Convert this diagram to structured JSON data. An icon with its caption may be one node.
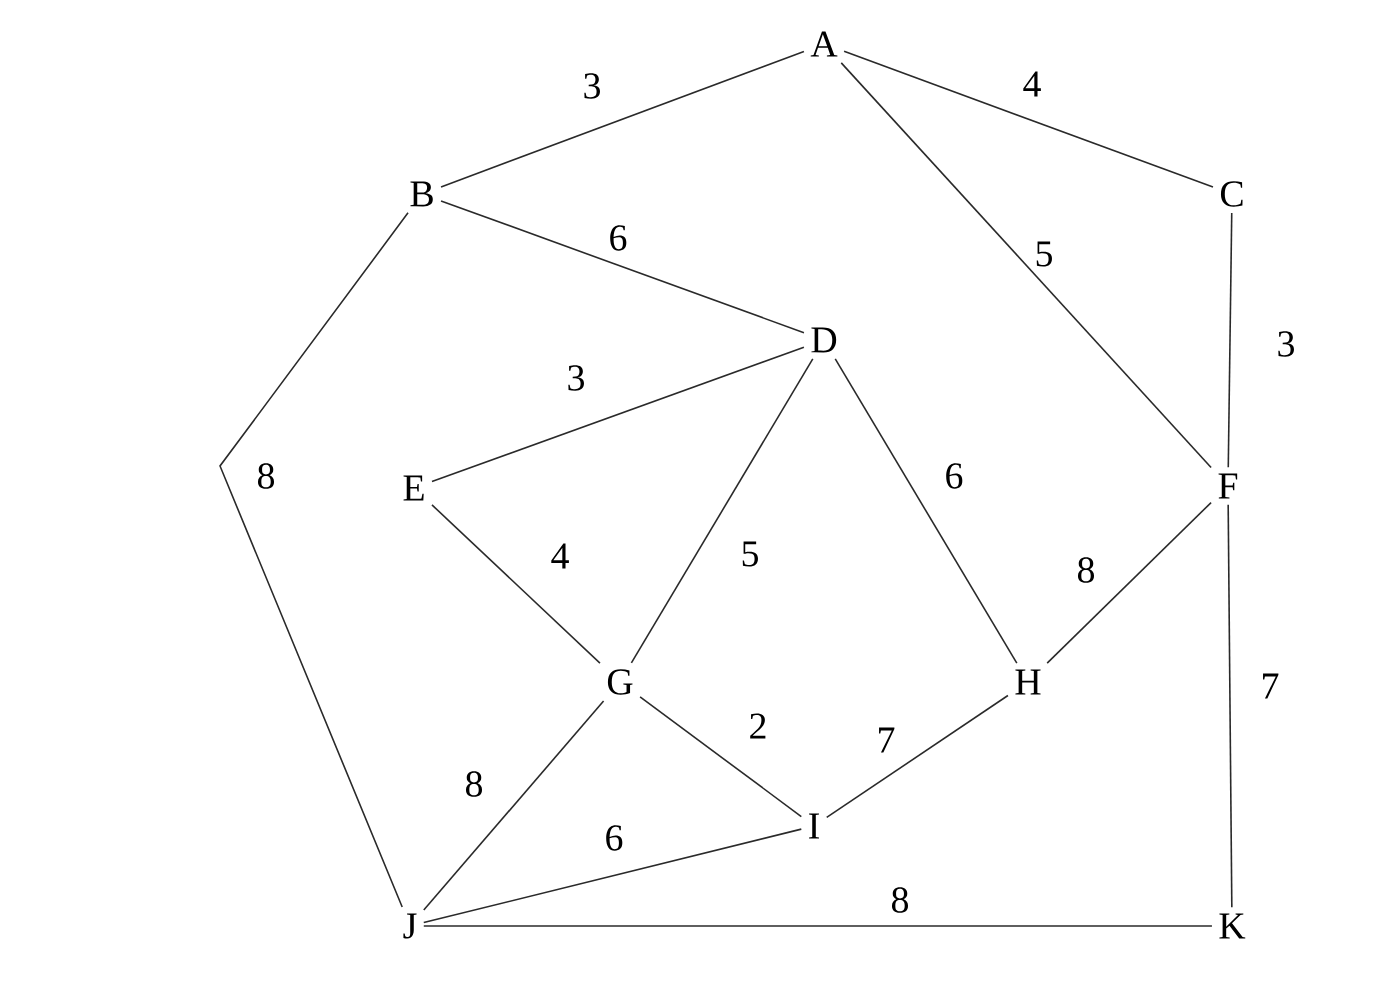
{
  "diagram": {
    "nodes": [
      {
        "text": [
          "A"
        ]
      },
      {
        "text": [
          "B"
        ]
      },
      {
        "text": [
          "C"
        ]
      },
      {
        "text": [
          "D"
        ]
      },
      {
        "text": [
          "E"
        ]
      },
      {
        "text": [
          "F"
        ]
      },
      {
        "text": [
          "G"
        ]
      },
      {
        "text": [
          "H"
        ]
      },
      {
        "text": [
          "I"
        ]
      },
      {
        "text": [
          "J"
        ]
      },
      {
        "text": [
          "K"
        ]
      }
    ],
    "edges": [
      {
        "from": 0,
        "to": 1,
        "arrow": "none",
        "label": "3"
      },
      {
        "from": 0,
        "to": 2,
        "arrow": "none",
        "label": "4"
      },
      {
        "from": 0,
        "to": 5,
        "arrow": "none",
        "label": "5"
      },
      {
        "from": 1,
        "to": 3,
        "arrow": "none",
        "label": "6"
      },
      {
        "from": 2,
        "to": 5,
        "arrow": "none",
        "label": "3"
      },
      {
        "from": 1,
        "to": 9,
        "arrow": "none",
        "label": "8"
      },
      {
        "from": 3,
        "to": 4,
        "arrow": "none",
        "label": "3"
      },
      {
        "from": 3,
        "to": 6,
        "arrow": "none",
        "label": "5"
      },
      {
        "from": 3,
        "to": 7,
        "arrow": "none",
        "label": "6"
      },
      {
        "from": 4,
        "to": 6,
        "arrow": "none",
        "label": "4"
      },
      {
        "from": 5,
        "to": 7,
        "arrow": "none",
        "label": "8"
      },
      {
        "from": 5,
        "to": 10,
        "arrow": "none",
        "label": "7"
      },
      {
        "from": 6,
        "to": 8,
        "arrow": "none",
        "label": "2"
      },
      {
        "from": 6,
        "to": 9,
        "arrow": "none",
        "label": "8"
      },
      {
        "from": 7,
        "to": 8,
        "arrow": "none",
        "label": "7"
      },
      {
        "from": 9,
        "to": 8,
        "arrow": "none",
        "label": "6"
      },
      {
        "from": 9,
        "to": 10,
        "arrow": "none",
        "label": "8"
      }
    ]
  }
}
